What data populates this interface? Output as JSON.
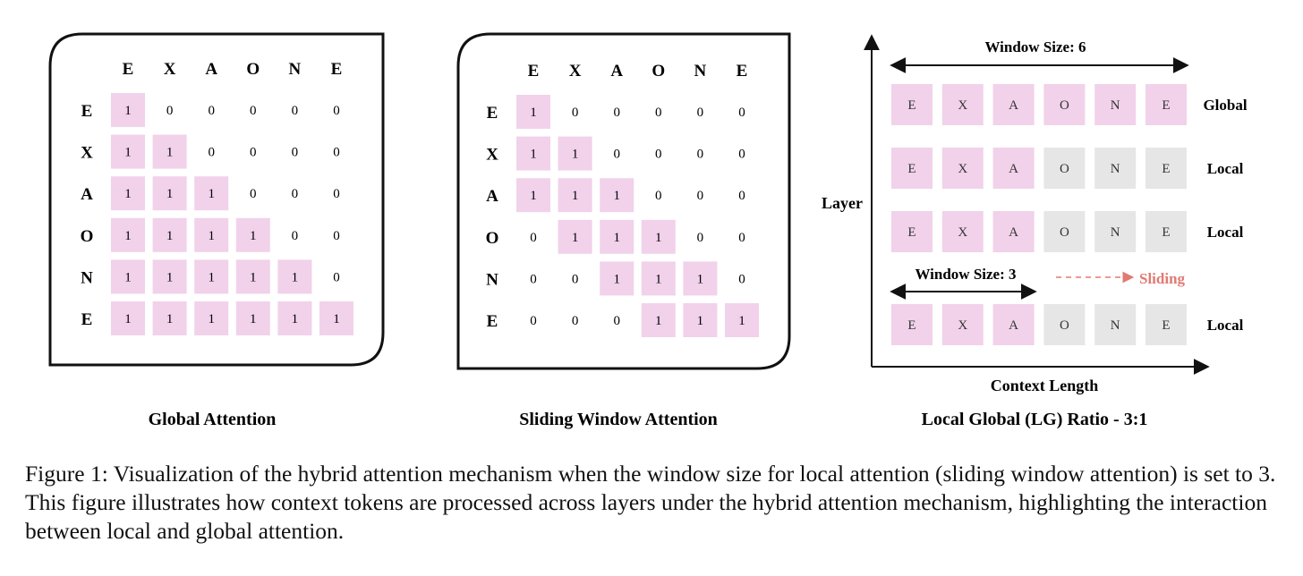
{
  "tokens": [
    "E",
    "X",
    "A",
    "O",
    "N",
    "E"
  ],
  "colors": {
    "active": "#f1d2ea",
    "inactive": "#e6e6e6",
    "sliding": "#e07a72",
    "ink": "#111111"
  },
  "panels": {
    "global": {
      "title": "Global Attention",
      "matrix": [
        [
          "1",
          "0",
          "0",
          "0",
          "0",
          "0"
        ],
        [
          "1",
          "1",
          "0",
          "0",
          "0",
          "0"
        ],
        [
          "1",
          "1",
          "1",
          "0",
          "0",
          "0"
        ],
        [
          "1",
          "1",
          "1",
          "1",
          "0",
          "0"
        ],
        [
          "1",
          "1",
          "1",
          "1",
          "1",
          "0"
        ],
        [
          "1",
          "1",
          "1",
          "1",
          "1",
          "1"
        ]
      ]
    },
    "sliding": {
      "title": "Sliding Window Attention",
      "matrix": [
        [
          "1",
          "0",
          "0",
          "0",
          "0",
          "0"
        ],
        [
          "1",
          "1",
          "0",
          "0",
          "0",
          "0"
        ],
        [
          "1",
          "1",
          "1",
          "0",
          "0",
          "0"
        ],
        [
          "0",
          "1",
          "1",
          "1",
          "0",
          "0"
        ],
        [
          "0",
          "0",
          "1",
          "1",
          "1",
          "0"
        ],
        [
          "0",
          "0",
          "0",
          "1",
          "1",
          "1"
        ]
      ]
    },
    "lg": {
      "title": "Local Global (LG) Ratio - 3:1",
      "y_axis_label": "Layer",
      "x_axis_label": "Context Length",
      "window6_label": "Window Size: 6",
      "window3_label": "Window Size: 3",
      "sliding_label": "Sliding",
      "layers": [
        {
          "label": "Global",
          "active": [
            true,
            true,
            true,
            true,
            true,
            true
          ]
        },
        {
          "label": "Local",
          "active": [
            true,
            true,
            true,
            false,
            false,
            false
          ]
        },
        {
          "label": "Local",
          "active": [
            true,
            true,
            true,
            false,
            false,
            false
          ]
        },
        {
          "label": "Local",
          "active": [
            true,
            true,
            true,
            false,
            false,
            false
          ]
        }
      ]
    }
  },
  "caption": "Figure 1: Visualization of the hybrid attention mechanism when the window size for local attention (sliding window attention) is set to 3. This figure illustrates how context tokens are processed across layers under the hybrid attention mechanism, highlighting the interaction between local and global attention."
}
